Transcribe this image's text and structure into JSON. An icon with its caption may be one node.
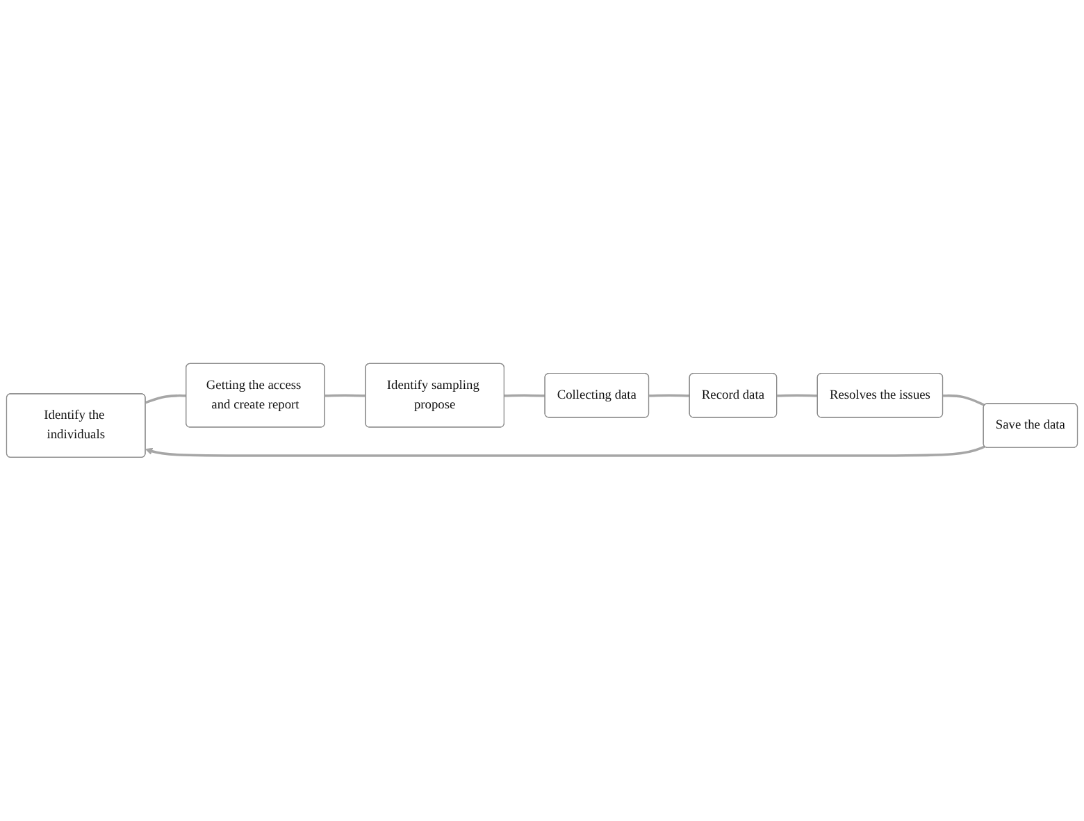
{
  "diagram": {
    "nodes": [
      {
        "text": [
          "Identify the individuals"
        ]
      },
      {
        "text": [
          "Getting the access and create report"
        ]
      },
      {
        "text": [
          "Identify sampling propose"
        ]
      },
      {
        "text": [
          "Collecting data"
        ]
      },
      {
        "text": [
          "Record data"
        ]
      },
      {
        "text": [
          "Resolves the issues"
        ]
      },
      {
        "text": [
          "Save the data"
        ]
      }
    ],
    "edges": [
      {
        "from": 0,
        "to": 1,
        "arrow": "none"
      },
      {
        "from": 1,
        "to": 2,
        "arrow": "none"
      },
      {
        "from": 2,
        "to": 3,
        "arrow": "none"
      },
      {
        "from": 3,
        "to": 4,
        "arrow": "none"
      },
      {
        "from": 4,
        "to": 5,
        "arrow": "none"
      },
      {
        "from": 5,
        "to": 6,
        "arrow": "none"
      },
      {
        "from": 6,
        "to": 0,
        "arrow": "to"
      }
    ]
  }
}
